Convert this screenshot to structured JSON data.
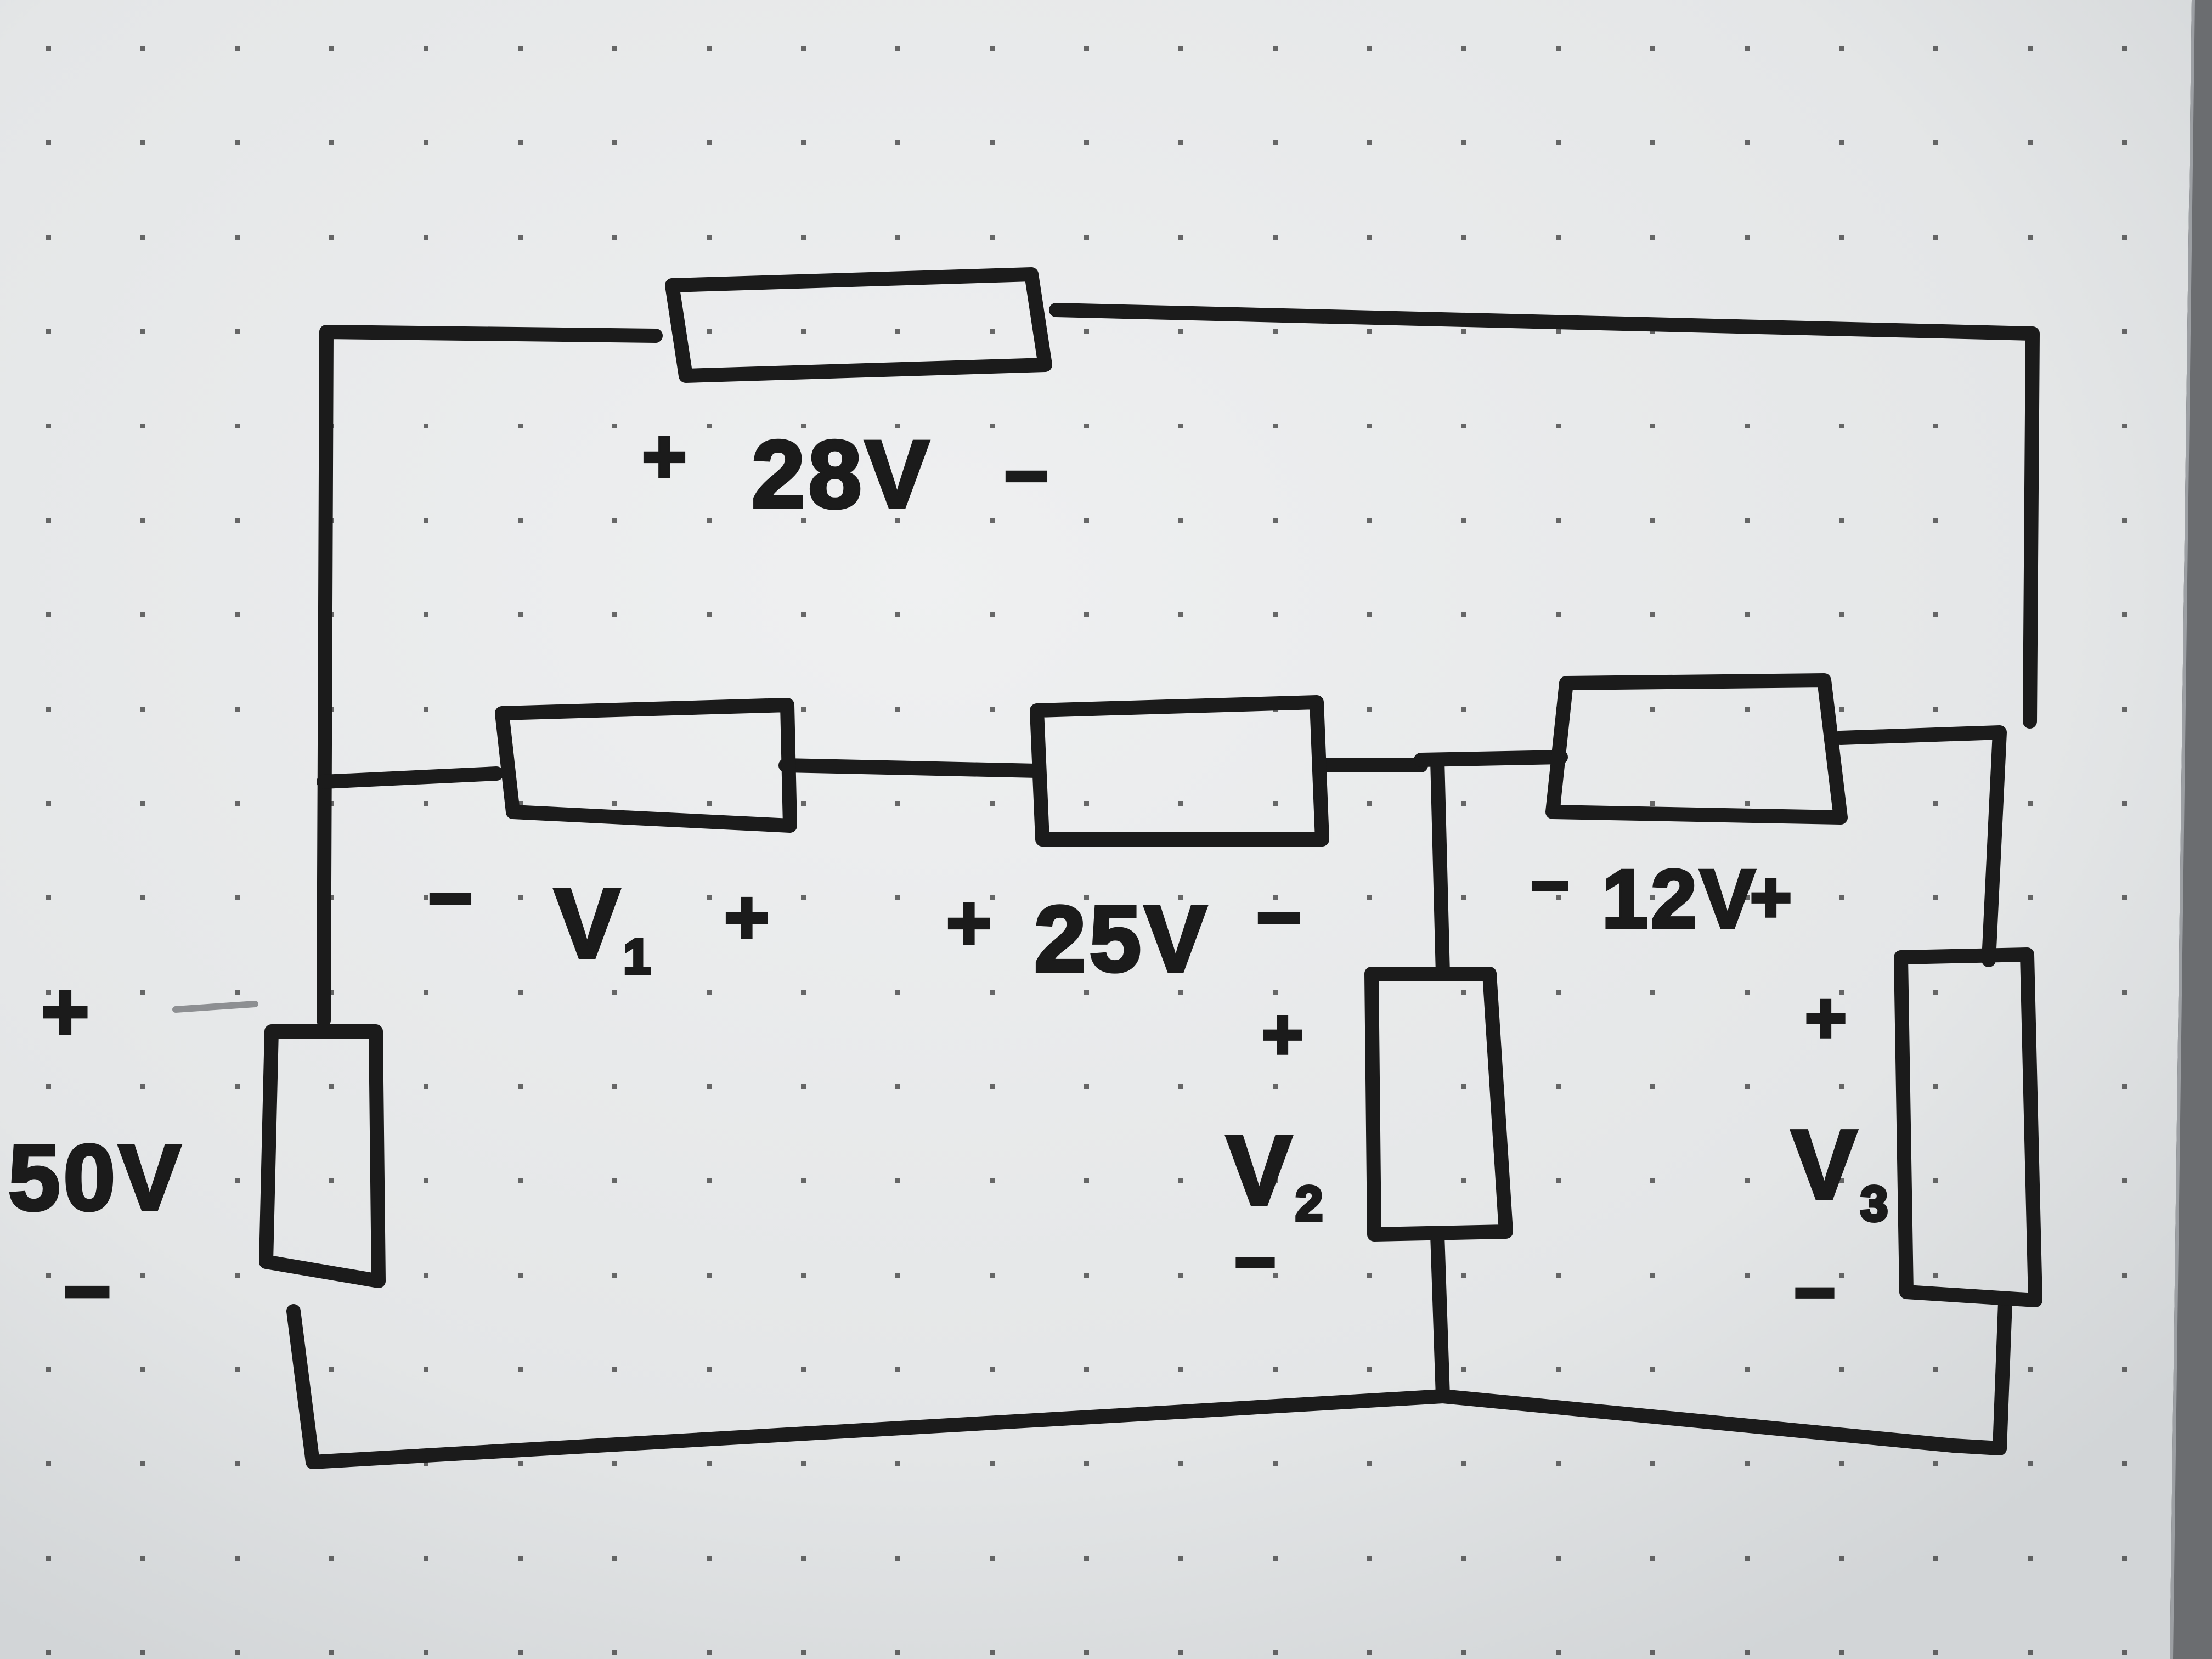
{
  "labels": {
    "top_resistor_voltage": "28V",
    "source_voltage": "50V",
    "v1": "V",
    "v1_subscript": "1",
    "mid_resistor_voltage": "25V",
    "right_resistor_voltage": "12V",
    "v2": "V",
    "v2_subscript": "2",
    "v3": "V",
    "v3_subscript": "3",
    "plus": "+",
    "minus": "−"
  },
  "colors": {
    "marker": "#1b1b1b",
    "board": "#e6e8e9",
    "frame": "#5a5c5f",
    "dot": "#3a3a3a"
  }
}
